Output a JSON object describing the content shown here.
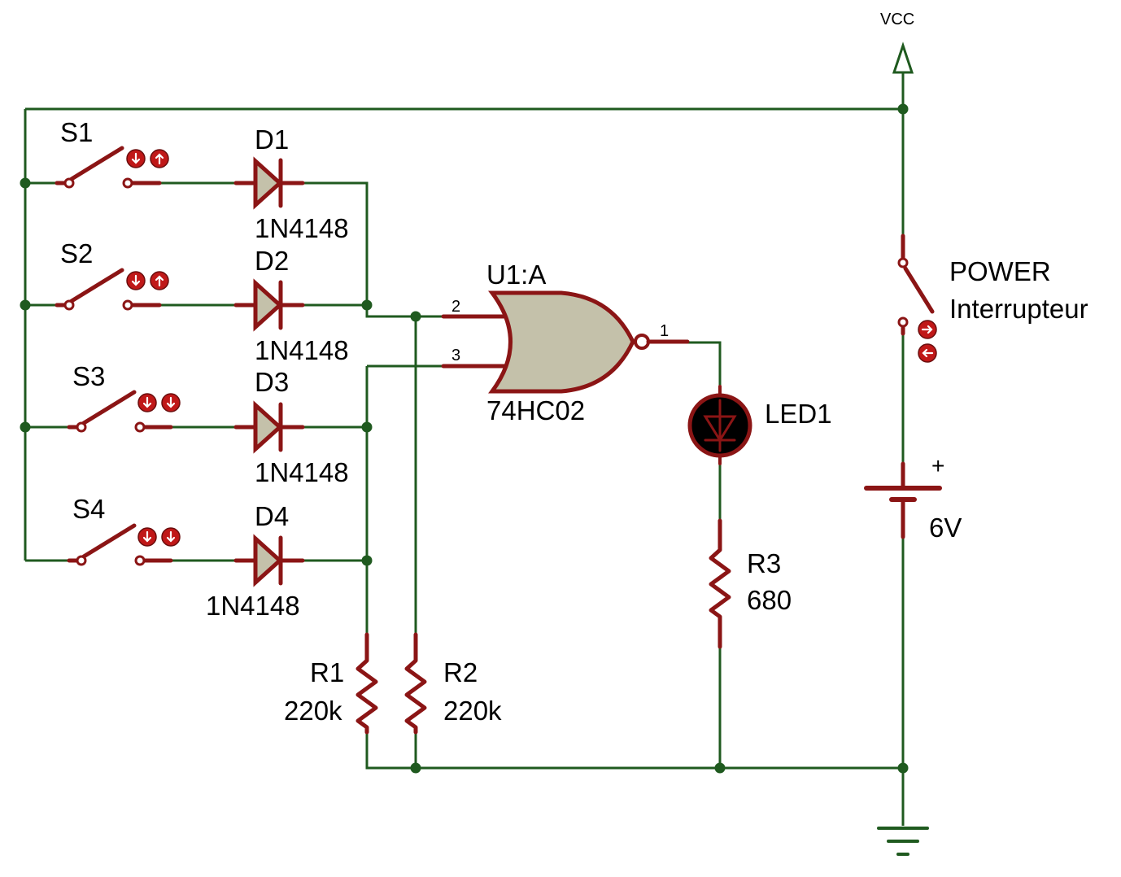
{
  "switches": [
    {
      "ref": "S1"
    },
    {
      "ref": "S2"
    },
    {
      "ref": "S3"
    },
    {
      "ref": "S4"
    }
  ],
  "diodes": [
    {
      "ref": "D1",
      "value": "1N4148"
    },
    {
      "ref": "D2",
      "value": "1N4148"
    },
    {
      "ref": "D3",
      "value": "1N4148"
    },
    {
      "ref": "D4",
      "value": "1N4148"
    }
  ],
  "gate": {
    "ref": "U1:A",
    "value": "74HC02",
    "pin_in_a": "2",
    "pin_in_b": "3",
    "pin_out": "1"
  },
  "resistors": [
    {
      "ref": "R1",
      "value": "220k"
    },
    {
      "ref": "R2",
      "value": "220k"
    },
    {
      "ref": "R3",
      "value": "680"
    }
  ],
  "led": {
    "ref": "LED1"
  },
  "power_switch": {
    "ref": "POWER",
    "value": "Interrupteur"
  },
  "battery": {
    "value": "6V",
    "polarity": "+"
  },
  "supply": {
    "label": "VCC"
  },
  "colors": {
    "wire": "#1f5a1f",
    "component": "#8b1515",
    "body_fill": "#c4c1aa",
    "control": "#c01818"
  }
}
